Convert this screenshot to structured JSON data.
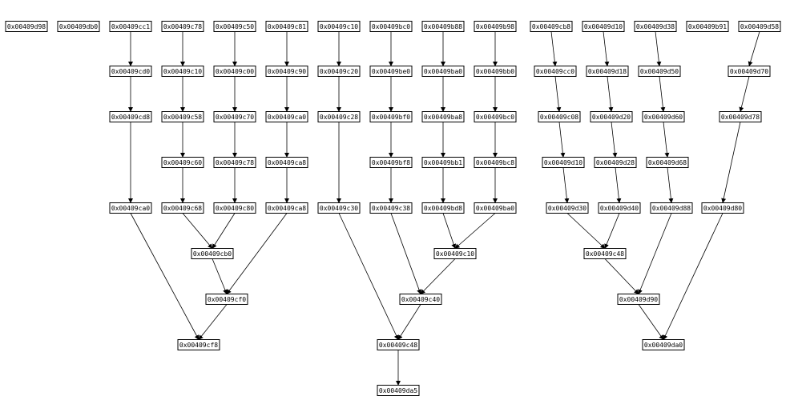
{
  "diagram": {
    "type": "directed-graph",
    "colors": {
      "node_fill": "#ffffff",
      "node_border": "#000000",
      "edge": "#000000"
    },
    "nodes": [
      {
        "id": "n1",
        "label": "0x00409d98"
      },
      {
        "id": "n2",
        "label": "0x00409db0"
      },
      {
        "id": "n3",
        "label": "0x00409cc1"
      },
      {
        "id": "n4",
        "label": "0x00409c78"
      },
      {
        "id": "n5",
        "label": "0x00409c50"
      },
      {
        "id": "n6",
        "label": "0x00409c81"
      },
      {
        "id": "n7",
        "label": "0x00409c10"
      },
      {
        "id": "n8",
        "label": "0x00409bc0"
      },
      {
        "id": "n9",
        "label": "0x00409b88"
      },
      {
        "id": "n10",
        "label": "0x00409b98"
      },
      {
        "id": "n11",
        "label": "0x00409cb8"
      },
      {
        "id": "n12",
        "label": "0x00409d10"
      },
      {
        "id": "n13",
        "label": "0x00409d38"
      },
      {
        "id": "n14",
        "label": "0x00409b91"
      },
      {
        "id": "n15",
        "label": "0x00409d58"
      },
      {
        "id": "n16",
        "label": "0x00409cd0"
      },
      {
        "id": "n17",
        "label": "0x00409c10"
      },
      {
        "id": "n18",
        "label": "0x00409c00"
      },
      {
        "id": "n19",
        "label": "0x00409c90"
      },
      {
        "id": "n20",
        "label": "0x00409c20"
      },
      {
        "id": "n21",
        "label": "0x00409be0"
      },
      {
        "id": "n22",
        "label": "0x00409ba0"
      },
      {
        "id": "n23",
        "label": "0x00409bb0"
      },
      {
        "id": "n24",
        "label": "0x00409cc0"
      },
      {
        "id": "n25",
        "label": "0x00409d18"
      },
      {
        "id": "n26",
        "label": "0x00409d50"
      },
      {
        "id": "n27",
        "label": "0x00409d70"
      },
      {
        "id": "n28",
        "label": "0x00409cd8"
      },
      {
        "id": "n29",
        "label": "0x00409c58"
      },
      {
        "id": "n30",
        "label": "0x00409c70"
      },
      {
        "id": "n31",
        "label": "0x00409ca0"
      },
      {
        "id": "n32",
        "label": "0x00409c28"
      },
      {
        "id": "n33",
        "label": "0x00409bf0"
      },
      {
        "id": "n34",
        "label": "0x00409ba8"
      },
      {
        "id": "n35",
        "label": "0x00409bc0"
      },
      {
        "id": "n36",
        "label": "0x00409c08"
      },
      {
        "id": "n37",
        "label": "0x00409d20"
      },
      {
        "id": "n38",
        "label": "0x00409d60"
      },
      {
        "id": "n39",
        "label": "0x00409d78"
      },
      {
        "id": "n40",
        "label": "0x00409c60"
      },
      {
        "id": "n41",
        "label": "0x00409c78"
      },
      {
        "id": "n42",
        "label": "0x00409ca8"
      },
      {
        "id": "n43",
        "label": "0x00409bf8"
      },
      {
        "id": "n44",
        "label": "0x00409bb1"
      },
      {
        "id": "n45",
        "label": "0x00409bc8"
      },
      {
        "id": "n46",
        "label": "0x00409d10"
      },
      {
        "id": "n47",
        "label": "0x00409d28"
      },
      {
        "id": "n48",
        "label": "0x00409d68"
      },
      {
        "id": "n49",
        "label": "0x00409ca0"
      },
      {
        "id": "n50",
        "label": "0x00409c68"
      },
      {
        "id": "n51",
        "label": "0x00409c80"
      },
      {
        "id": "n52",
        "label": "0x00409ca8"
      },
      {
        "id": "n53",
        "label": "0x00409c30"
      },
      {
        "id": "n54",
        "label": "0x00409c38"
      },
      {
        "id": "n55",
        "label": "0x00409bd8"
      },
      {
        "id": "n56",
        "label": "0x00409ba0"
      },
      {
        "id": "n57",
        "label": "0x00409d30"
      },
      {
        "id": "n58",
        "label": "0x00409d40"
      },
      {
        "id": "n59",
        "label": "0x00409d88"
      },
      {
        "id": "n60",
        "label": "0x00409d80"
      },
      {
        "id": "n61",
        "label": "0x00409cb0"
      },
      {
        "id": "n62",
        "label": "0x00409c10"
      },
      {
        "id": "n63",
        "label": "0x00409c48"
      },
      {
        "id": "n64",
        "label": "0x00409cf0"
      },
      {
        "id": "n65",
        "label": "0x00409c40"
      },
      {
        "id": "n66",
        "label": "0x00409d90"
      },
      {
        "id": "n67",
        "label": "0x00409cf8"
      },
      {
        "id": "n68",
        "label": "0x00409c48"
      },
      {
        "id": "n69",
        "label": "0x00409da0"
      },
      {
        "id": "n70",
        "label": "0x00409da5"
      }
    ],
    "edges": [
      [
        "n3",
        "n16"
      ],
      [
        "n16",
        "n28"
      ],
      [
        "n28",
        "n49"
      ],
      [
        "n49",
        "n67"
      ],
      [
        "n4",
        "n17"
      ],
      [
        "n17",
        "n29"
      ],
      [
        "n29",
        "n40"
      ],
      [
        "n40",
        "n50"
      ],
      [
        "n50",
        "n61"
      ],
      [
        "n5",
        "n18"
      ],
      [
        "n18",
        "n30"
      ],
      [
        "n30",
        "n41"
      ],
      [
        "n41",
        "n51"
      ],
      [
        "n51",
        "n61"
      ],
      [
        "n6",
        "n19"
      ],
      [
        "n19",
        "n31"
      ],
      [
        "n31",
        "n42"
      ],
      [
        "n42",
        "n52"
      ],
      [
        "n52",
        "n64"
      ],
      [
        "n61",
        "n64"
      ],
      [
        "n64",
        "n67"
      ],
      [
        "n7",
        "n20"
      ],
      [
        "n20",
        "n32"
      ],
      [
        "n32",
        "n53"
      ],
      [
        "n53",
        "n68"
      ],
      [
        "n8",
        "n21"
      ],
      [
        "n21",
        "n33"
      ],
      [
        "n33",
        "n43"
      ],
      [
        "n43",
        "n54"
      ],
      [
        "n54",
        "n65"
      ],
      [
        "n9",
        "n22"
      ],
      [
        "n22",
        "n34"
      ],
      [
        "n34",
        "n44"
      ],
      [
        "n44",
        "n55"
      ],
      [
        "n55",
        "n62"
      ],
      [
        "n10",
        "n23"
      ],
      [
        "n23",
        "n35"
      ],
      [
        "n35",
        "n45"
      ],
      [
        "n45",
        "n56"
      ],
      [
        "n56",
        "n62"
      ],
      [
        "n62",
        "n65"
      ],
      [
        "n65",
        "n68"
      ],
      [
        "n68",
        "n70"
      ],
      [
        "n11",
        "n24"
      ],
      [
        "n24",
        "n36"
      ],
      [
        "n36",
        "n46"
      ],
      [
        "n46",
        "n57"
      ],
      [
        "n57",
        "n63"
      ],
      [
        "n12",
        "n25"
      ],
      [
        "n25",
        "n37"
      ],
      [
        "n37",
        "n47"
      ],
      [
        "n47",
        "n58"
      ],
      [
        "n58",
        "n63"
      ],
      [
        "n13",
        "n26"
      ],
      [
        "n26",
        "n38"
      ],
      [
        "n38",
        "n48"
      ],
      [
        "n48",
        "n59"
      ],
      [
        "n59",
        "n66"
      ],
      [
        "n63",
        "n66"
      ],
      [
        "n66",
        "n69"
      ],
      [
        "n15",
        "n27"
      ],
      [
        "n27",
        "n39"
      ],
      [
        "n39",
        "n60"
      ],
      [
        "n60",
        "n69"
      ]
    ]
  }
}
